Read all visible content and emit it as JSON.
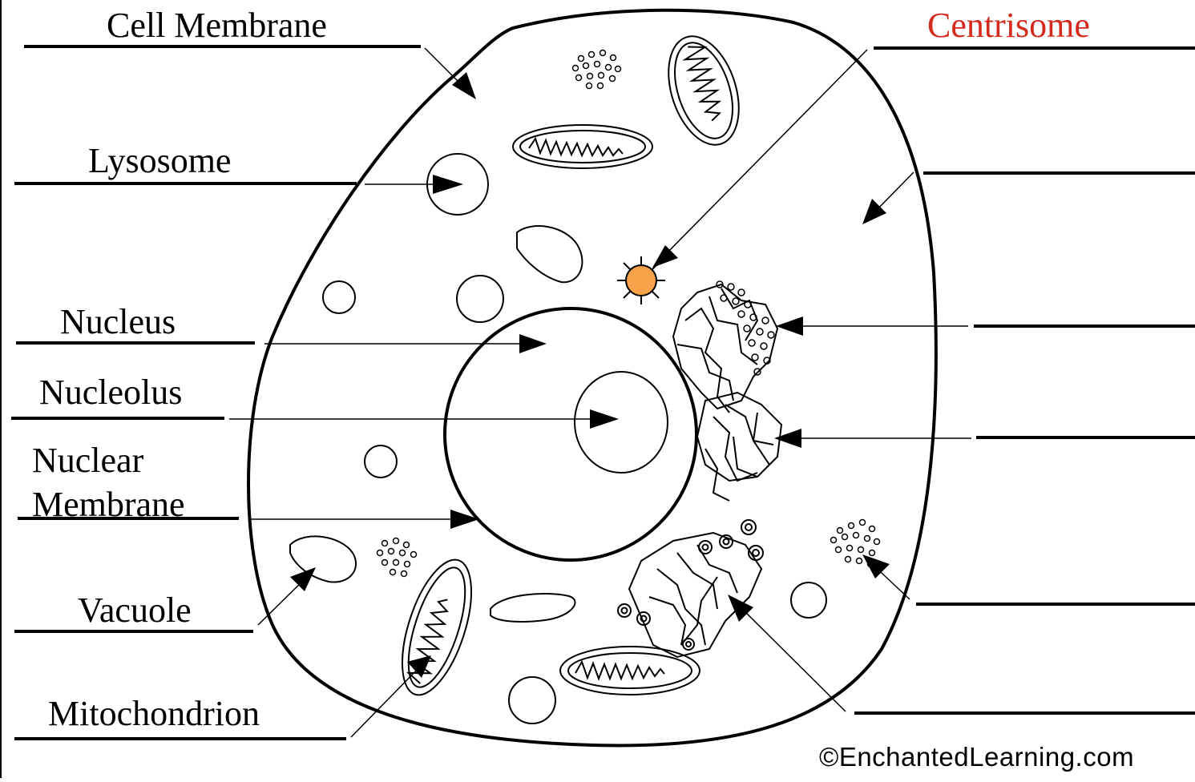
{
  "labels": {
    "cell_membrane": "Cell Membrane",
    "centrisome": "Centrisome",
    "lysosome": "Lysosome",
    "nucleus": "Nucleus",
    "nucleolus": "Nucleolus",
    "nuclear_membrane_line1": "Nuclear",
    "nuclear_membrane_line2": "Membrane",
    "vacuole": "Vacuole",
    "mitochondrion": "Mitochondrion"
  },
  "credit": "©EnchantedLearning.com",
  "colors": {
    "ink": "#000000",
    "highlight_label": "#d42a1e",
    "centrosome_fill": "#f7a148"
  }
}
